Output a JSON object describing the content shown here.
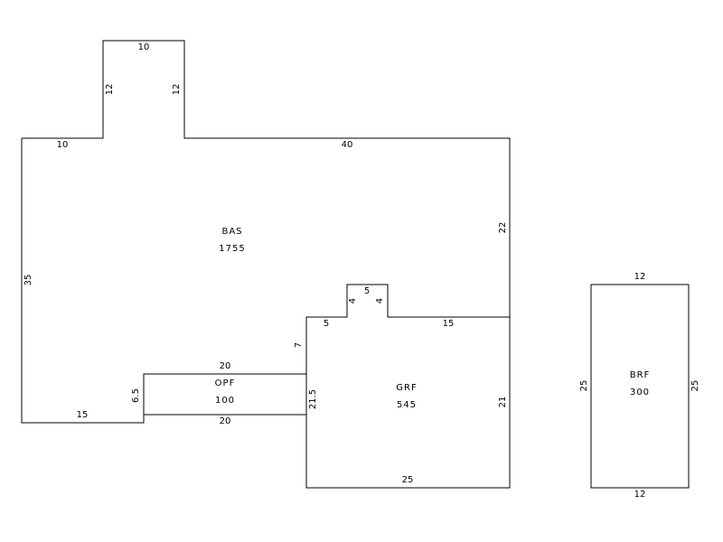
{
  "areas": {
    "bas": {
      "code": "BAS",
      "value": "1755"
    },
    "opf": {
      "code": "OPF",
      "value": "100"
    },
    "grf": {
      "code": "GRF",
      "value": "545"
    },
    "brf": {
      "code": "BRF",
      "value": "300"
    }
  },
  "dims": {
    "bas_bump_top": "10",
    "bas_bump_left": "12",
    "bas_bump_right": "12",
    "bas_top_left": "10",
    "bas_top_right": "40",
    "bas_right": "22",
    "bas_left": "35",
    "bas_bottom": "15",
    "bas_step": "7",
    "opf_top": "20",
    "opf_bottom": "20",
    "opf_left": "6.5",
    "grf_top_left": "5",
    "grf_notch_top": "5",
    "grf_notch_left": "4",
    "grf_notch_right": "4",
    "grf_top_right": "15",
    "grf_left": "21.5",
    "grf_right": "21",
    "grf_bottom": "25",
    "brf_top": "12",
    "brf_bottom": "12",
    "brf_left": "25",
    "brf_right": "25"
  }
}
